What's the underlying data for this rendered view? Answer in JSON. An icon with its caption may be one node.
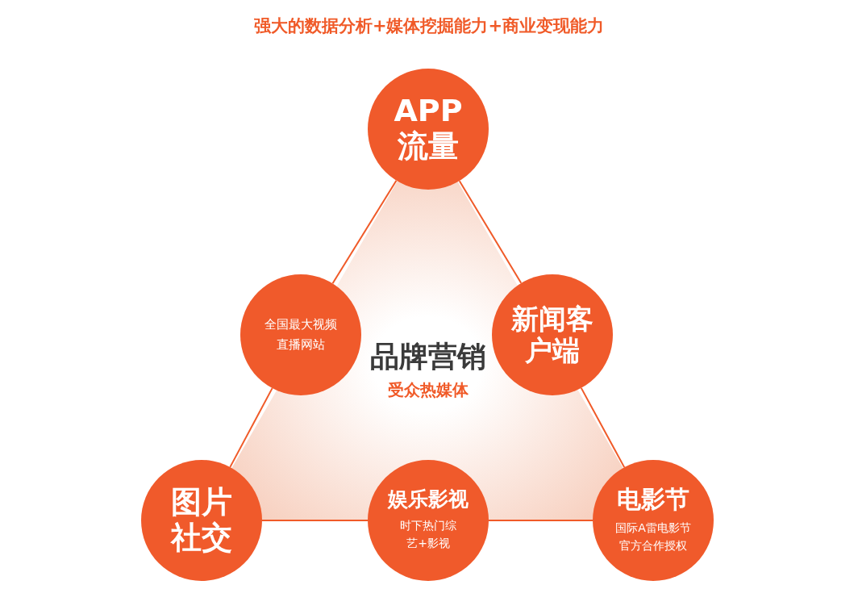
{
  "diagram": {
    "title": "强大的数据分析+媒体挖掘能力+商业变现能力",
    "nodes": [
      {
        "text": [
          "品牌营销",
          "受众热媒体"
        ]
      },
      {
        "text": [
          "APP流量"
        ]
      },
      {
        "text": [
          "新闻客户端"
        ]
      },
      {
        "text": [
          "全国最大视频直播网站"
        ]
      },
      {
        "text": [
          "图片社交"
        ]
      },
      {
        "text": [
          "娱乐影视",
          "时下热门综艺+影视"
        ]
      },
      {
        "text": [
          "电影节",
          "国际A雷电影节官方合作授权"
        ]
      }
    ],
    "edges": [
      {
        "from": 1,
        "to": 3,
        "arrow": "none"
      },
      {
        "from": 3,
        "to": 4,
        "arrow": "none"
      },
      {
        "from": 1,
        "to": 2,
        "arrow": "none"
      },
      {
        "from": 2,
        "to": 6,
        "arrow": "none"
      },
      {
        "from": 4,
        "to": 5,
        "arrow": "none"
      },
      {
        "from": 5,
        "to": 6,
        "arrow": "none"
      }
    ]
  }
}
